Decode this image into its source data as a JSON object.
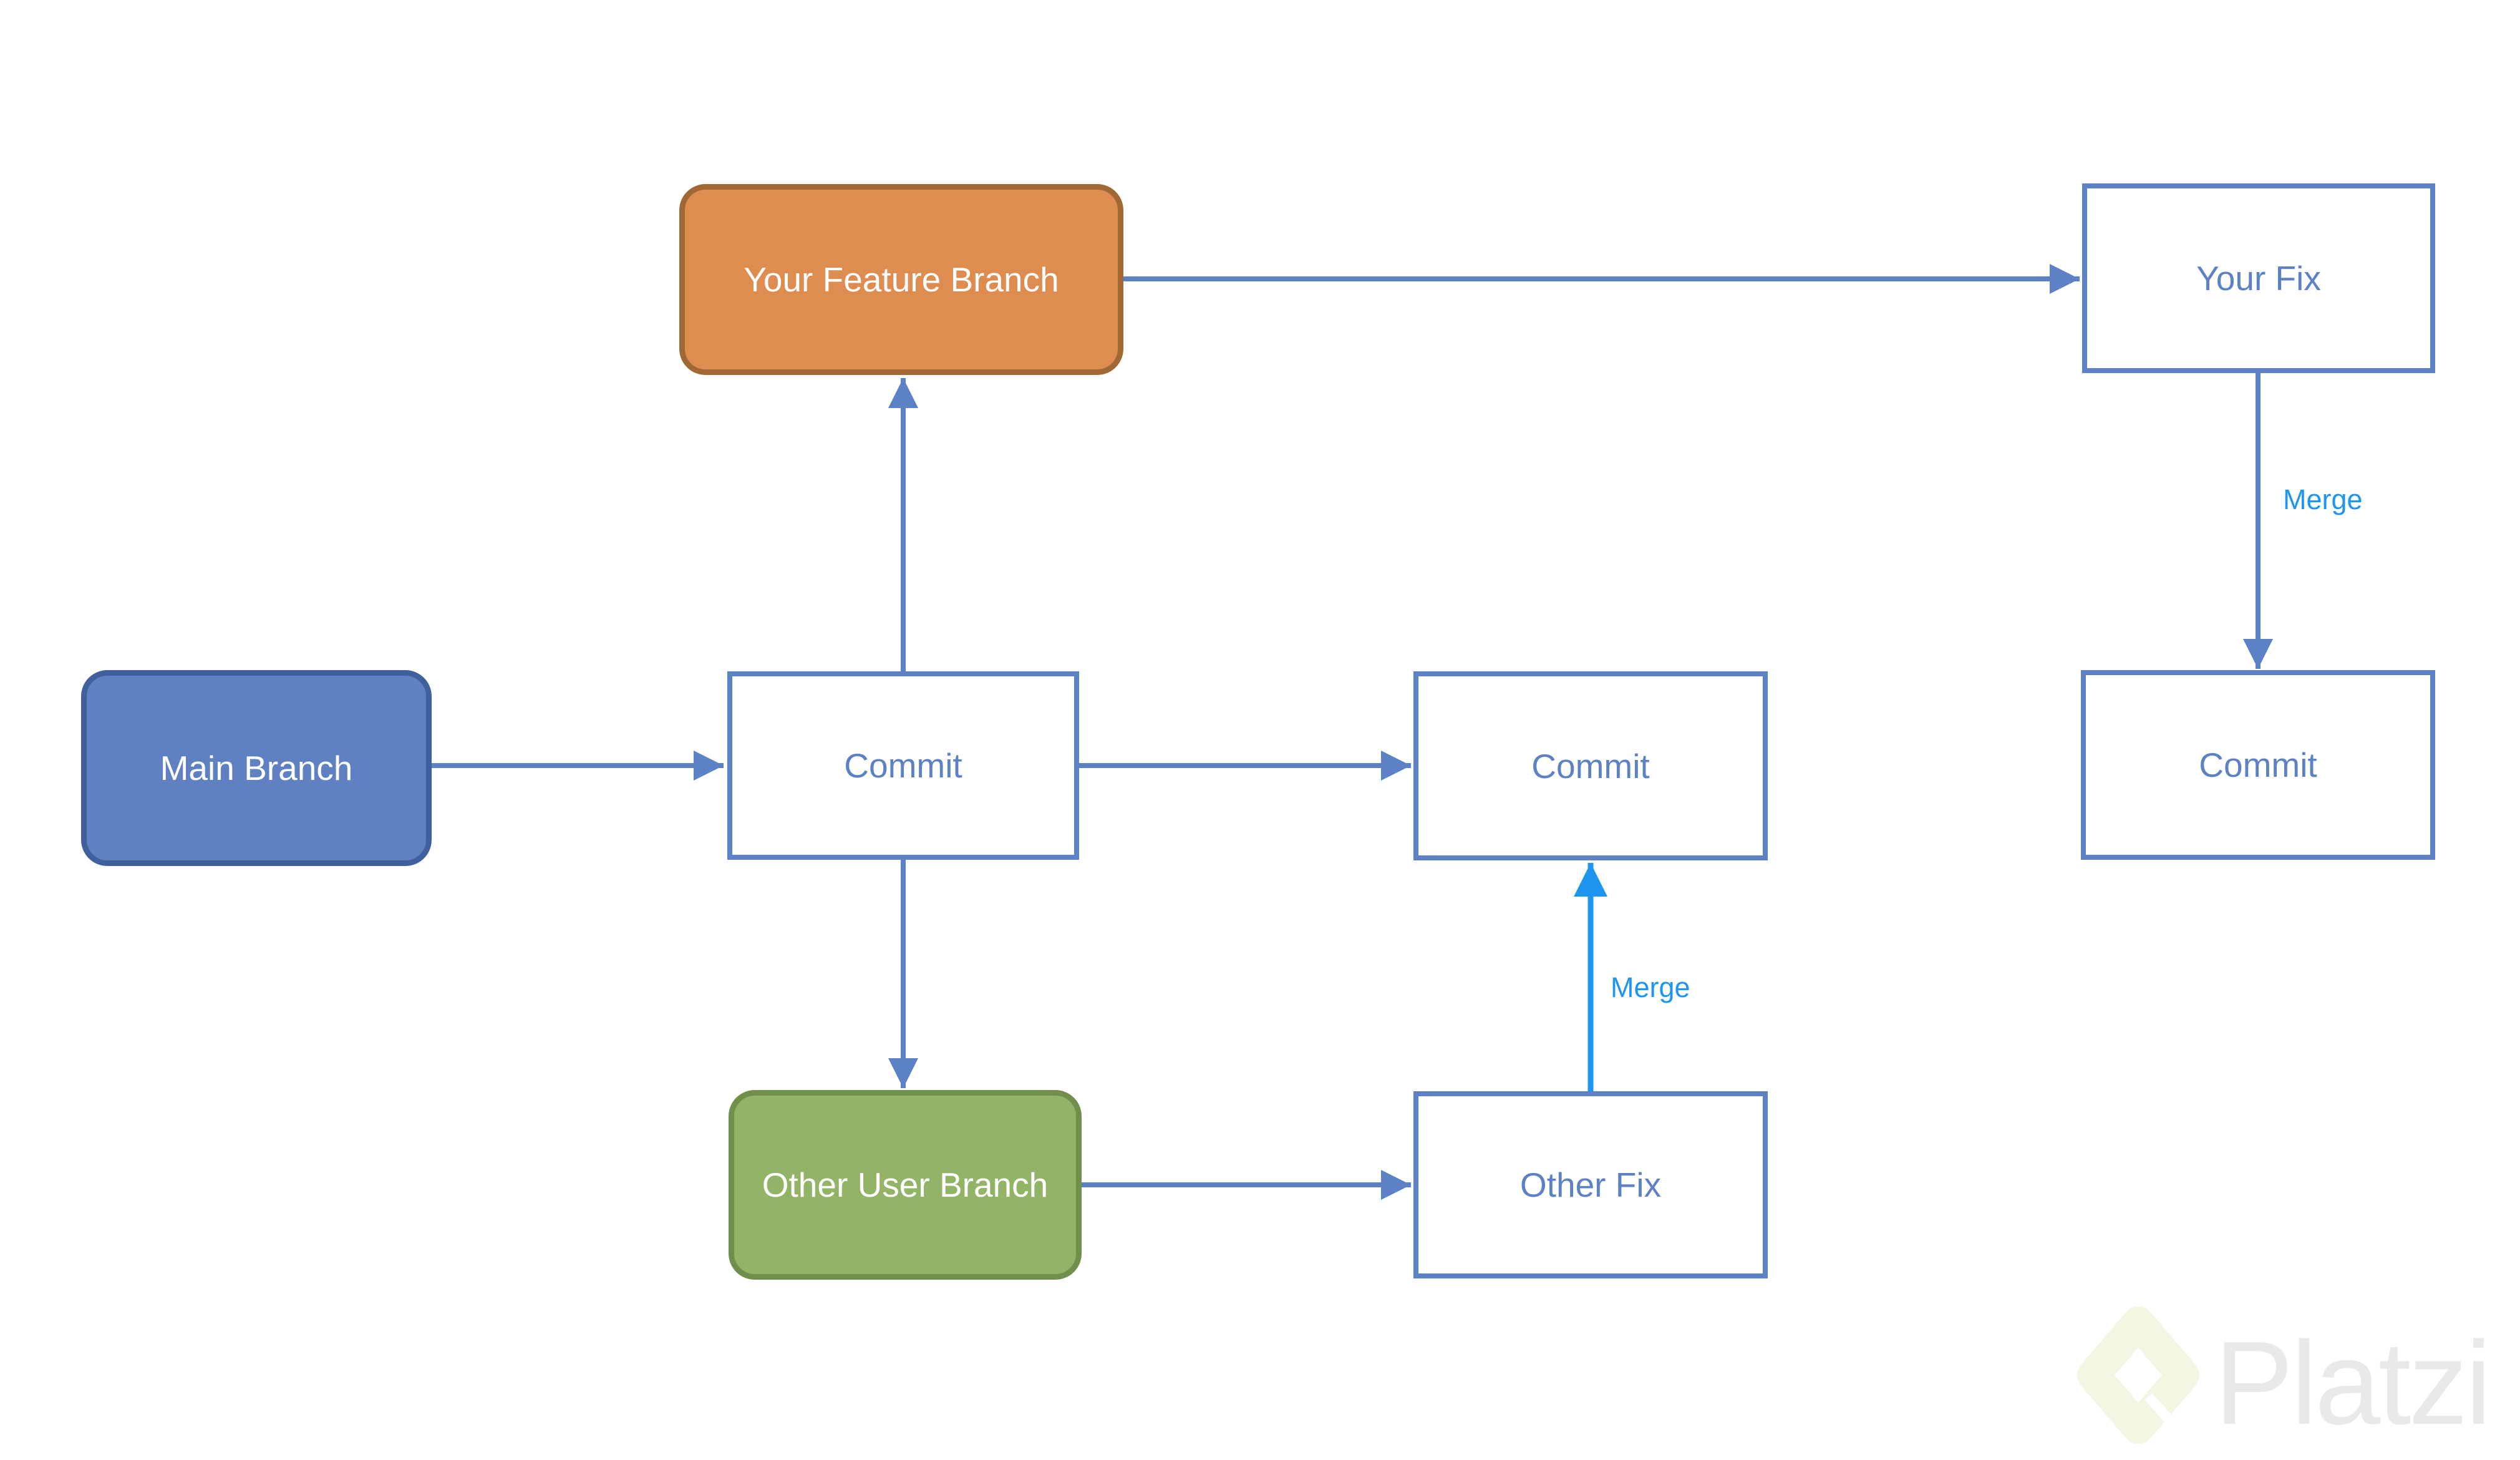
{
  "nodes": {
    "feature_branch": {
      "label": "Your Feature Branch",
      "fill": "#DE8C4F",
      "border": "#A06834",
      "text_color": "#FFFFFF"
    },
    "your_fix": {
      "label": "Your Fix",
      "fill": "#FFFFFF",
      "border": "#5C81C4",
      "text_color": "#5C81C4"
    },
    "main_branch": {
      "label": "Main Branch",
      "fill": "#5F80C1",
      "border": "#40609B",
      "text_color": "#FFFFFF"
    },
    "commit_1": {
      "label": "Commit",
      "fill": "#FFFFFF",
      "border": "#5C81C4",
      "text_color": "#5C81C4"
    },
    "commit_2": {
      "label": "Commit",
      "fill": "#FFFFFF",
      "border": "#5C81C4",
      "text_color": "#5C81C4"
    },
    "commit_3": {
      "label": "Commit",
      "fill": "#FFFFFF",
      "border": "#5C81C4",
      "text_color": "#5C81C4"
    },
    "other_user_branch": {
      "label": "Other User Branch",
      "fill": "#93B466",
      "border": "#6F8F4A",
      "text_color": "#FFFFFF"
    },
    "other_fix": {
      "label": "Other Fix",
      "fill": "#FFFFFF",
      "border": "#5C81C4",
      "text_color": "#5C81C4"
    }
  },
  "edge_labels": {
    "merge_your_fix": "Merge",
    "merge_other_fix": "Merge"
  },
  "edge_colors": {
    "default_arrow": "#5C81C4",
    "merge_arrow": "#1E96F0"
  },
  "watermark": {
    "text": "Platzi"
  }
}
